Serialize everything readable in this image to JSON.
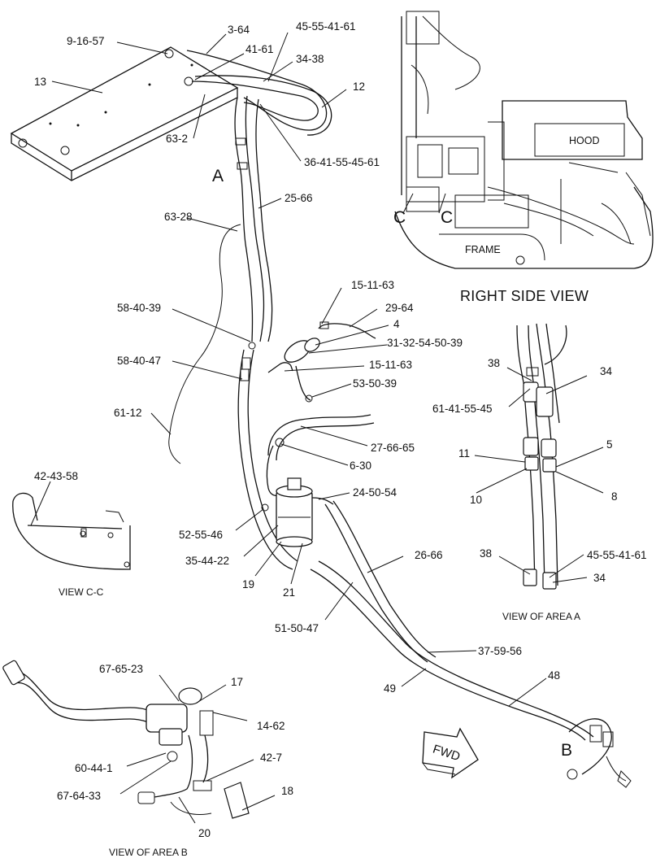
{
  "view_labels": {
    "right_side_view": "RIGHT SIDE VIEW",
    "view_cc": "VIEW C-C",
    "view_area_a": "VIEW OF AREA A",
    "view_area_b": "VIEW OF AREA B",
    "hood": "HOOD",
    "frame": "FRAME",
    "fwd": "FWD",
    "section_c_left": "C",
    "section_c_right": "C",
    "area_a": "A",
    "area_b": "B"
  },
  "callouts": {
    "c_9_16_57": "9-16-57",
    "c_3_64": "3-64",
    "c_45_55_41_61_top": "45-55-41-61",
    "c_41_61": "41-61",
    "c_34_38": "34-38",
    "c_13": "13",
    "c_12": "12",
    "c_63_2": "63-2",
    "c_36_41_55_45_61": "36-41-55-45-61",
    "c_25_66": "25-66",
    "c_63_28": "63-28",
    "c_15_11_63_a": "15-11-63",
    "c_29_64": "29-64",
    "c_4": "4",
    "c_31_32_54_50_39": "31-32-54-50-39",
    "c_58_40_39": "58-40-39",
    "c_58_40_47": "58-40-47",
    "c_15_11_63_b": "15-11-63",
    "c_53_50_39": "53-50-39",
    "c_61_12": "61-12",
    "c_27_66_65": "27-66-65",
    "c_6_30": "6-30",
    "c_24_50_54": "24-50-54",
    "c_42_43_58": "42-43-58",
    "c_52_55_46": "52-55-46",
    "c_35_44_22": "35-44-22",
    "c_19": "19",
    "c_21": "21",
    "c_26_66": "26-66",
    "c_51_50_47": "51-50-47",
    "c_37_59_56": "37-59-56",
    "c_48": "48",
    "c_49": "49",
    "c_67_65_23": "67-65-23",
    "c_17": "17",
    "c_14_62": "14-62",
    "c_42_7": "42-7",
    "c_60_44_1": "60-44-1",
    "c_18": "18",
    "c_67_64_33": "67-64-33",
    "c_20": "20",
    "a_38_top": "38",
    "a_34_top": "34",
    "a_61_41_55_45": "61-41-55-45",
    "a_11": "11",
    "a_5": "5",
    "a_10": "10",
    "a_8": "8",
    "a_38_bottom": "38",
    "a_45_55_41_61": "45-55-41-61",
    "a_34_bottom": "34"
  }
}
